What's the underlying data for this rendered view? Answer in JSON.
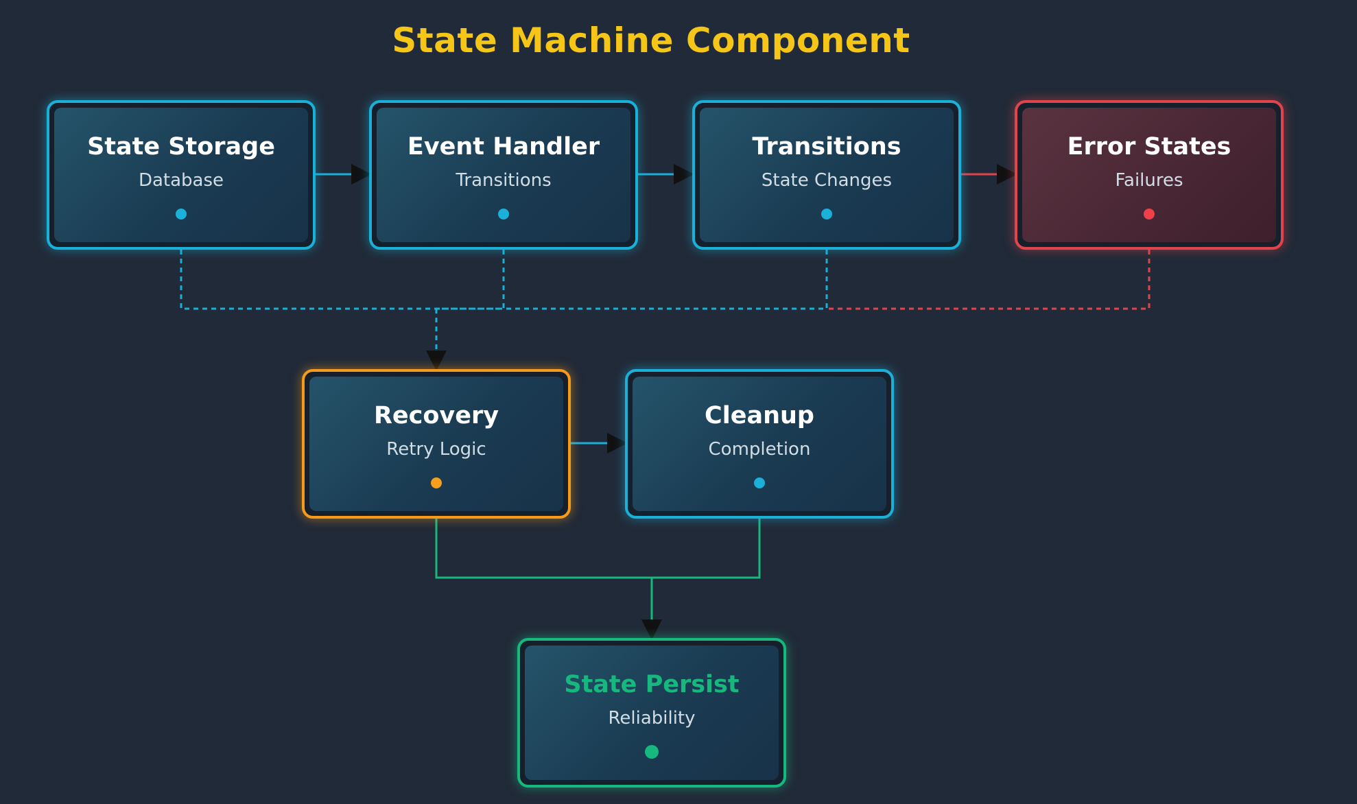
{
  "title": "State Machine Component",
  "colors": {
    "background": "#212a38",
    "title": "#f5c518",
    "primary": "#1ab0d8",
    "error": "#e0454b",
    "recovery": "#f59a1a",
    "persist": "#16b87e"
  },
  "nodes": {
    "state_storage": {
      "label": "State Storage",
      "sub": "Database"
    },
    "event_handler": {
      "label": "Event Handler",
      "sub": "Transitions"
    },
    "transitions": {
      "label": "Transitions",
      "sub": "State Changes"
    },
    "error_states": {
      "label": "Error States",
      "sub": "Failures"
    },
    "recovery": {
      "label": "Recovery",
      "sub": "Retry Logic"
    },
    "cleanup": {
      "label": "Cleanup",
      "sub": "Completion"
    },
    "state_persist": {
      "label": "State Persist",
      "sub": "Reliability"
    }
  },
  "edges": [
    {
      "from": "State Storage",
      "to": "Event Handler",
      "style": "solid"
    },
    {
      "from": "Event Handler",
      "to": "Transitions",
      "style": "solid"
    },
    {
      "from": "Transitions",
      "to": "Error States",
      "style": "solid"
    },
    {
      "from": "State Storage",
      "to": "Recovery",
      "style": "dashed"
    },
    {
      "from": "Event Handler",
      "to": "Recovery",
      "style": "dashed"
    },
    {
      "from": "Transitions",
      "to": "Recovery",
      "style": "dashed"
    },
    {
      "from": "Error States",
      "to": "Recovery",
      "style": "dashed"
    },
    {
      "from": "Recovery",
      "to": "Cleanup",
      "style": "solid"
    },
    {
      "from": "Recovery",
      "to": "State Persist",
      "style": "solid"
    },
    {
      "from": "Cleanup",
      "to": "State Persist",
      "style": "solid"
    }
  ]
}
